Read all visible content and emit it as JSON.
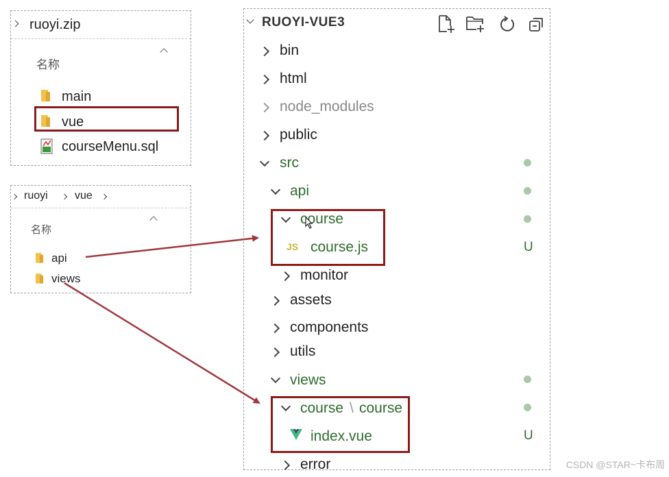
{
  "zip_panel": {
    "title": "ruoyi.zip",
    "column_header": "名称",
    "items": [
      {
        "name": "main",
        "type": "folder"
      },
      {
        "name": "vue",
        "type": "folder",
        "highlighted": true
      },
      {
        "name": "courseMenu.sql",
        "type": "sql-file"
      }
    ]
  },
  "vue_panel": {
    "breadcrumb": [
      "ruoyi",
      "vue"
    ],
    "column_header": "名称",
    "items": [
      {
        "name": "api",
        "type": "folder"
      },
      {
        "name": "views",
        "type": "folder"
      }
    ]
  },
  "explorer": {
    "title": "RUOYI-VUE3",
    "toolbar_icons": [
      "new-file-icon",
      "new-folder-icon",
      "refresh-icon",
      "collapse-all-icon"
    ],
    "tree": [
      {
        "label": "bin",
        "state": "collapsed"
      },
      {
        "label": "html",
        "state": "collapsed"
      },
      {
        "label": "node_modules",
        "state": "collapsed",
        "dimmed": true
      },
      {
        "label": "public",
        "state": "collapsed"
      },
      {
        "label": "src",
        "state": "expanded",
        "modified": true
      },
      {
        "label": "api",
        "state": "expanded",
        "modified": true
      },
      {
        "label": "course",
        "state": "expanded",
        "modified": true
      },
      {
        "label": "course.js",
        "file_icon": "JS",
        "status": "U"
      },
      {
        "label": "monitor",
        "state": "collapsed"
      },
      {
        "label": "assets",
        "state": "collapsed"
      },
      {
        "label": "components",
        "state": "collapsed"
      },
      {
        "label": "utils",
        "state": "collapsed"
      },
      {
        "label": "views",
        "state": "expanded",
        "modified": true
      },
      {
        "label": "course",
        "label_suffix": "course",
        "separator": "\\",
        "state": "expanded",
        "modified": true
      },
      {
        "label": "index.vue",
        "file_icon": "vue",
        "status": "U"
      },
      {
        "label": "error",
        "state": "collapsed"
      }
    ]
  },
  "colors": {
    "highlight_box": "#8b1a1a",
    "arrow": "#a0373d",
    "modified_text": "#2f6b2f",
    "modified_dot": "#a9c9a7"
  },
  "watermark": "CSDN @STAR~卡布周"
}
